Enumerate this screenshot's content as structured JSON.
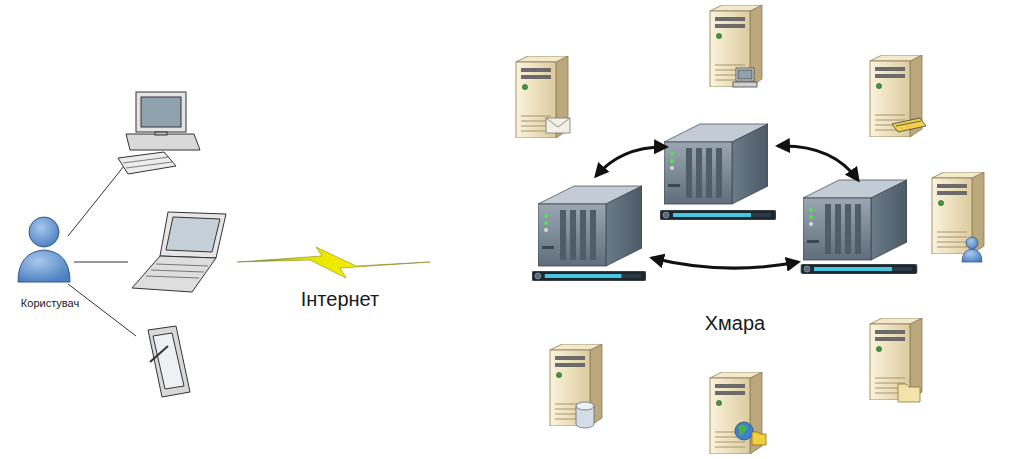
{
  "diagram": {
    "nodes": [
      {
        "text": [
          "Користувач"
        ]
      },
      {
        "text": [
          "Хмара"
        ]
      }
    ],
    "labels": [
      "Інтернет"
    ]
  }
}
